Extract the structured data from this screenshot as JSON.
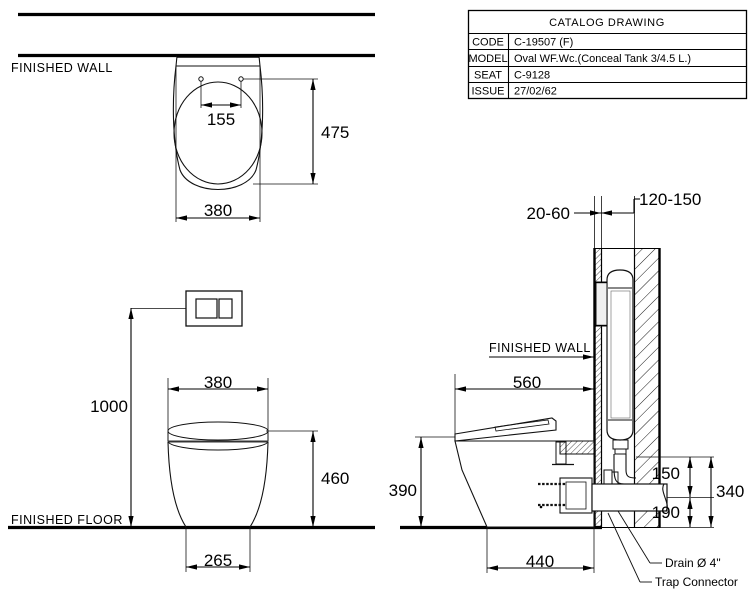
{
  "drawing": {
    "title": "CATALOG DRAWING",
    "units": "mm"
  },
  "catalog_table": {
    "title": "CATALOG  DRAWING",
    "rows": [
      {
        "label": "CODE",
        "value": "C-19507  (F)"
      },
      {
        "label": "MODEL",
        "value": "Oval  WF.Wc.(Conceal Tank 3/4.5 L.)"
      },
      {
        "label": "SEAT",
        "value": "C-9128"
      },
      {
        "label": "ISSUE",
        "value": "27/02/62"
      }
    ]
  },
  "plan_view": {
    "name": "top-plan-view",
    "wall_label": "FINISHED  WALL",
    "dimensions": {
      "bolt_spacing": "155",
      "projection": "475",
      "width": "380"
    }
  },
  "front_view": {
    "name": "front-elevation-view",
    "floor_label": "FINISHED  FLOOR",
    "dimensions": {
      "plate_height": "1000",
      "bowl_width": "380",
      "seat_height": "460",
      "base_width": "265"
    }
  },
  "section_view": {
    "name": "side-section-view",
    "wall_label": "FINISHED  WALL",
    "dimensions": {
      "wall_finish": "20-60",
      "cavity": "120-150",
      "bowl_projection": "560",
      "seat_height": "390",
      "bowl_depth": "440",
      "drain_upper": "150",
      "drain_lower": "190",
      "drain_total": "340"
    },
    "annotations": {
      "drain": "Drain Ø 4\"",
      "trap": "Trap Connector"
    }
  },
  "colors": {
    "line": "#000000",
    "thin": "#222222",
    "background": "#ffffff"
  }
}
